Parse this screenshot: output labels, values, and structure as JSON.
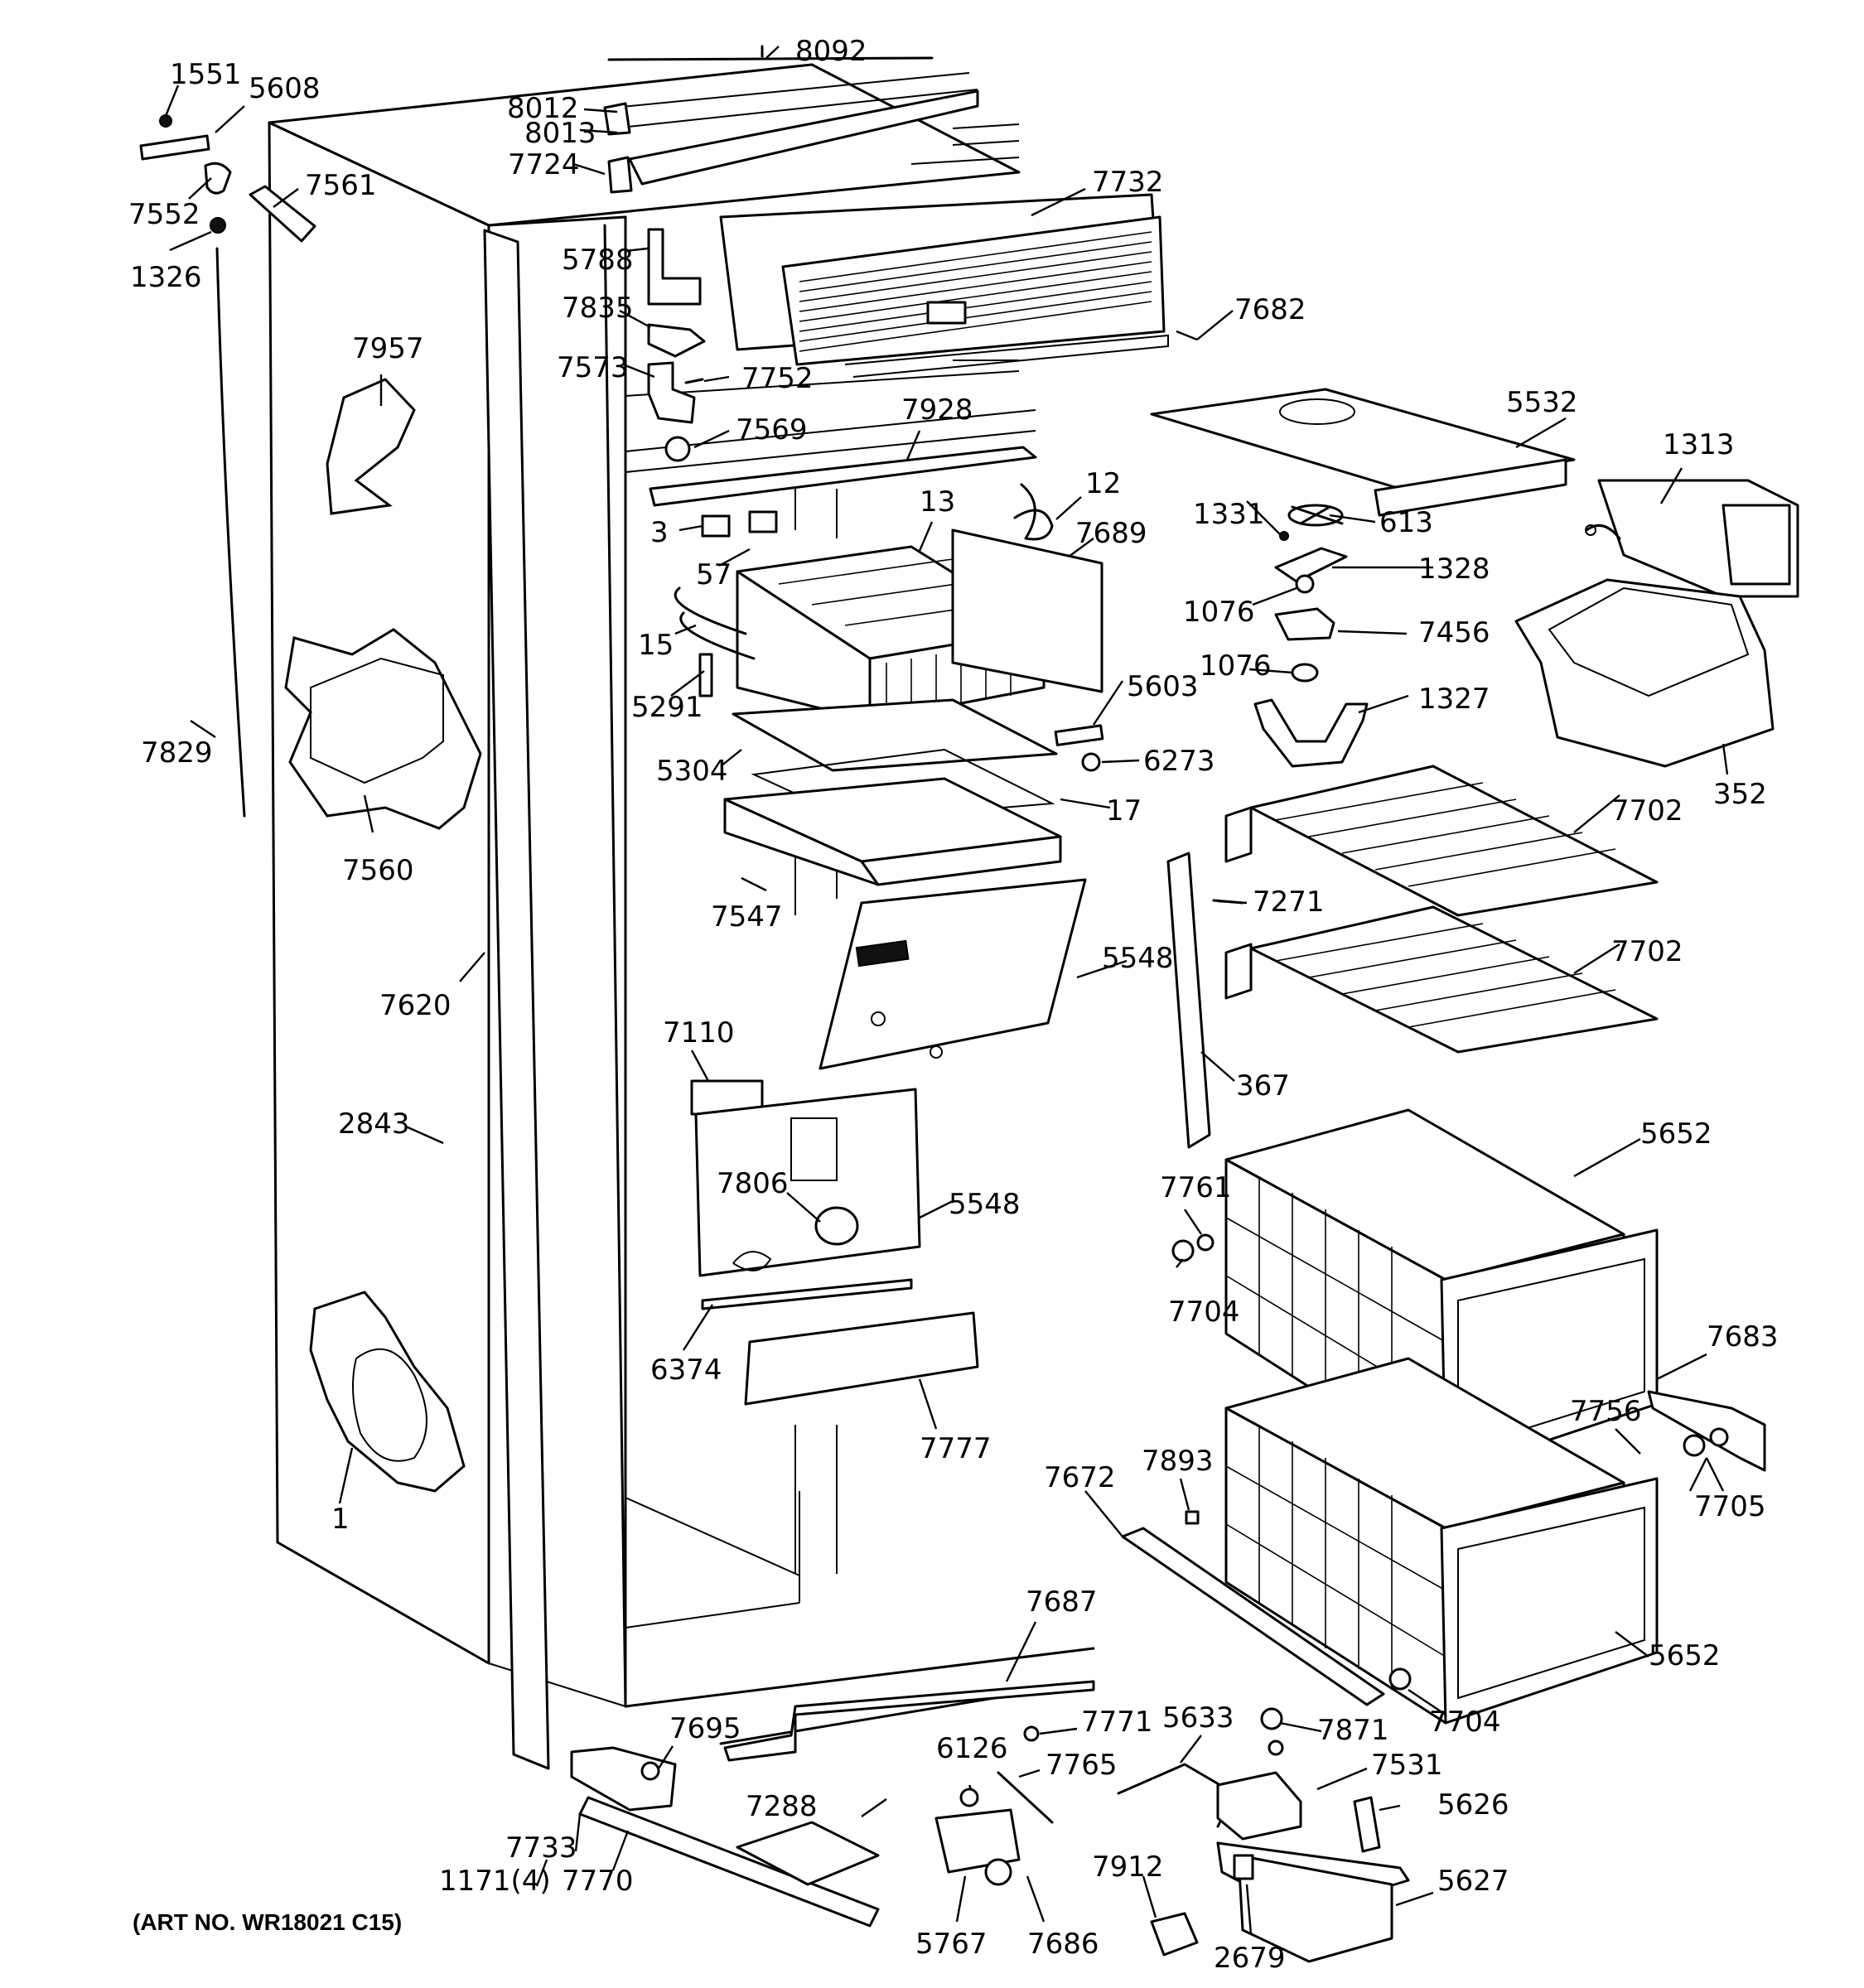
{
  "diagram": {
    "art_number": "(ART NO. WR18021 C15)",
    "labels": {
      "p8092": "8092",
      "p1551": "1551",
      "p5608": "5608",
      "p8012": "8012",
      "p8013": "8013",
      "p7724": "7724",
      "p7561": "7561",
      "p7552": "7552",
      "p1326": "1326",
      "p7732": "7732",
      "p5788": "5788",
      "p7835": "7835",
      "p7682": "7682",
      "p7573": "7573",
      "p7752": "7752",
      "p7957": "7957",
      "p5532": "5532",
      "p7569": "7569",
      "p7928": "7928",
      "p1313": "1313",
      "p12": "12",
      "p3": "3",
      "p13": "13",
      "p1331": "1331",
      "p613": "613",
      "p7689": "7689",
      "p57": "57",
      "p1328": "1328",
      "p1076a": "1076",
      "p7456": "7456",
      "p15": "15",
      "p1076b": "1076",
      "p5603": "5603",
      "p1327": "1327",
      "p5291": "5291",
      "p7829": "7829",
      "p5304": "5304",
      "p6273": "6273",
      "p352": "352",
      "p17": "17",
      "p7702a": "7702",
      "p7560": "7560",
      "p7271": "7271",
      "p7547": "7547",
      "p7702b": "7702",
      "p5548a": "5548",
      "p7620": "7620",
      "p7110": "7110",
      "p367": "367",
      "p2843": "2843",
      "p5652a": "5652",
      "p7761": "7761",
      "p7806": "7806",
      "p5548b": "5548",
      "p7704a": "7704",
      "p7683": "7683",
      "p6374": "6374",
      "p7756": "7756",
      "p7777": "7777",
      "p7893": "7893",
      "p7705": "7705",
      "p7672": "7672",
      "p1": "1",
      "p7687": "7687",
      "p5652b": "5652",
      "p5633": "5633",
      "p7704b": "7704",
      "p7695": "7695",
      "p6126": "6126",
      "p7771": "7771",
      "p7871": "7871",
      "p7765": "7765",
      "p7531": "7531",
      "p7288": "7288",
      "p5626": "5626",
      "p7733": "7733",
      "p7912": "7912",
      "p1171": "1171(4)",
      "p7770": "7770",
      "p5627": "5627",
      "p5767": "5767",
      "p7686": "7686",
      "p2679": "2679"
    }
  }
}
